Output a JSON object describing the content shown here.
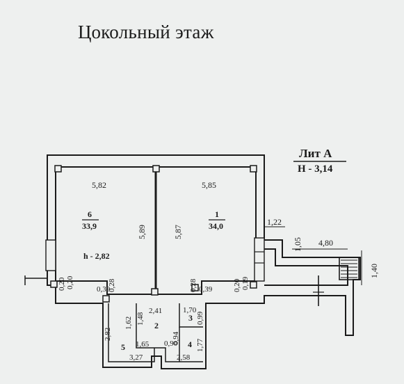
{
  "title": "Цокольный этаж",
  "lit": {
    "label": "Лит А",
    "height": "Н - 3,14"
  },
  "rooms": [
    {
      "number": "6",
      "area": "33,9",
      "height_label": "h - 2,82"
    },
    {
      "number": "1",
      "area": "34,0"
    },
    {
      "number": "2"
    },
    {
      "number": "3"
    },
    {
      "number": "4"
    },
    {
      "number": "5"
    }
  ],
  "dimensions": {
    "d_5_82": "5,82",
    "d_5_85": "5,85",
    "d_5_89": "5,89",
    "d_5_87": "5,87",
    "d_1_22": "1,22",
    "d_1_05": "1,05",
    "d_4_80": "4,80",
    "d_1_40": "1,40",
    "d_0_20_a": "0,20",
    "d_0_20_b": "0,20",
    "d_0_39_a": "0,39",
    "d_0_28_a": "0,28",
    "d_0_28_b": "0,28",
    "d_0_39_b": "0,39",
    "d_0_20_c": "0,20",
    "d_0_19": "0,19",
    "d_2_41": "2,41",
    "d_1_70": "1,70",
    "d_0_99": "0,99",
    "d_1_62": "1,62",
    "d_1_48": "1,48",
    "d_2_82": "2,82",
    "d_1_65": "1,65",
    "d_3_27": "3,27",
    "d_0_90": "0,90",
    "d_0_94": "0,94",
    "d_1_77": "1,77",
    "d_2_58": "2,58"
  }
}
